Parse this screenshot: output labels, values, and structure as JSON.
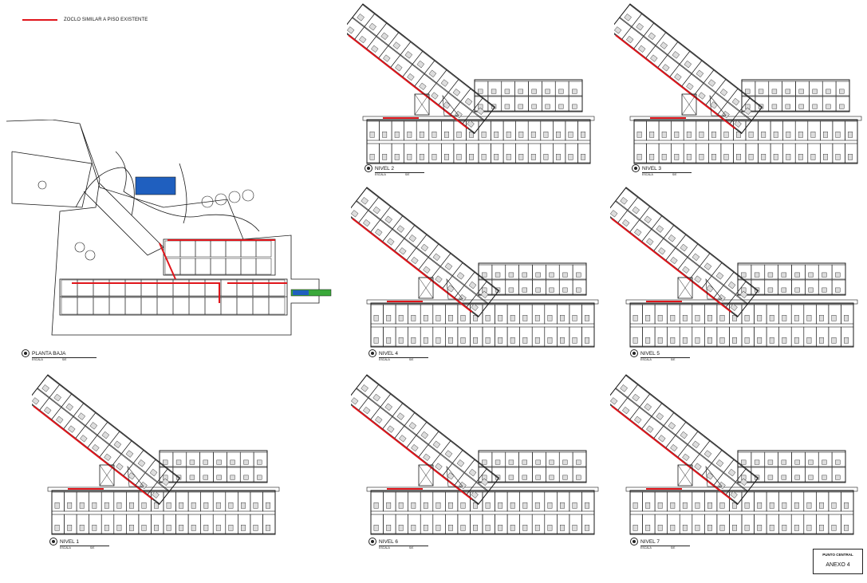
{
  "legend": {
    "label": "ZOCLO SIMILAR A PISO EXISTENTE",
    "color": "#e0151b"
  },
  "plans": [
    {
      "id": "planta-baja",
      "title": "PLANTA BAJA",
      "scale_label": "ESCALA",
      "scale_value": "S/E"
    },
    {
      "id": "nivel-1",
      "title": "NIVEL 1",
      "scale_label": "ESCALA",
      "scale_value": "S/E"
    },
    {
      "id": "nivel-2",
      "title": "NIVEL 2",
      "scale_label": "ESCALA",
      "scale_value": "S/E"
    },
    {
      "id": "nivel-3",
      "title": "NIVEL 3",
      "scale_label": "ESCALA",
      "scale_value": "S/E"
    },
    {
      "id": "nivel-4",
      "title": "NIVEL 4",
      "scale_label": "ESCALA",
      "scale_value": "S/E"
    },
    {
      "id": "nivel-5",
      "title": "NIVEL 5",
      "scale_label": "ESCALA",
      "scale_value": "S/E"
    },
    {
      "id": "nivel-6",
      "title": "NIVEL 6",
      "scale_label": "ESCALA",
      "scale_value": "S/E"
    },
    {
      "id": "nivel-7",
      "title": "NIVEL 7",
      "scale_label": "ESCALA",
      "scale_value": "S/E"
    }
  ],
  "title_block": {
    "project": "PUNTO CENTRAL",
    "sheet": "ANEXO 4"
  },
  "colors": {
    "line": "#1a1a1a",
    "accent_red": "#e0151b",
    "pool_blue": "#1f5fbf",
    "green": "#3aa83a"
  }
}
